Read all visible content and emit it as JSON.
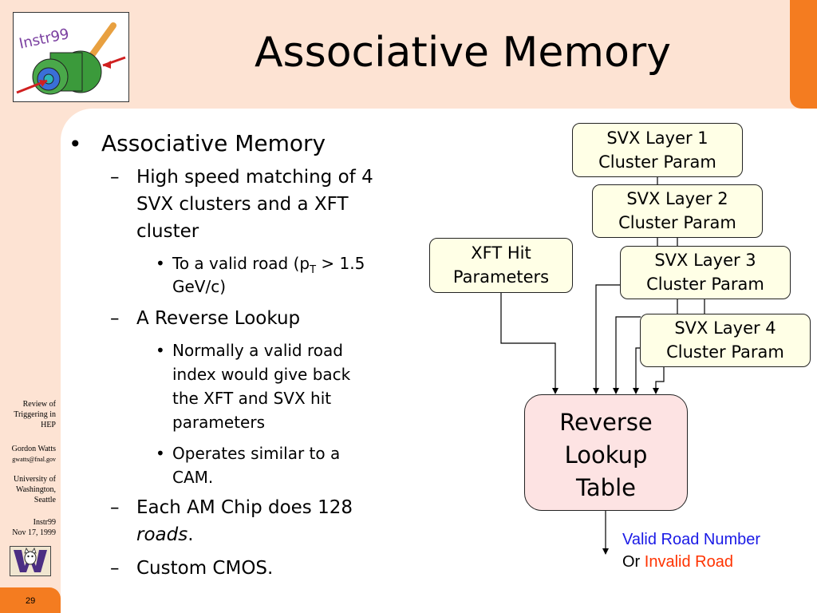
{
  "title": "Associative Memory",
  "bullets": {
    "l1": "Associative Memory",
    "l2a_1": "High speed matching of 4",
    "l2a_2": "SVX clusters and a XFT",
    "l2a_3": "cluster",
    "l3a_1_pre": "To a valid road (p",
    "l3a_1_sub": "T",
    "l3a_1_post": " > 1.5",
    "l3a_2": "GeV/c)",
    "l2b": "A Reverse Lookup",
    "l3b_1": "Normally a valid road",
    "l3b_2": "index would give back",
    "l3b_3": "the XFT and SVX hit",
    "l3b_4": "parameters",
    "l3c_1": "Operates similar to a",
    "l3c_2": "CAM.",
    "l2c_1": "Each AM Chip does 128",
    "l2c_2": "roads",
    "l2c_2_end": ".",
    "l2d": "Custom CMOS.",
    "dot": "•",
    "dash": "–"
  },
  "diagram": {
    "svx1_a": "SVX Layer 1",
    "svx1_b": "Cluster Param",
    "svx2_a": "SVX Layer 2",
    "svx2_b": "Cluster Param",
    "svx3_a": "SVX Layer 3",
    "svx3_b": "Cluster Param",
    "svx4_a": "SVX Layer 4",
    "svx4_b": "Cluster Param",
    "xft_a": "XFT Hit",
    "xft_b": "Parameters",
    "rlt_a": "Reverse",
    "rlt_b": "Lookup",
    "rlt_c": "Table",
    "out1": "Valid Road Number",
    "out2_pre": "Or ",
    "out2_red": "Invalid Road"
  },
  "sidebar": {
    "review_1": "Review of",
    "review_2": "Triggering in",
    "review_3": "HEP",
    "author": "Gordon Watts",
    "email": "gwatts@fnal.gov",
    "uni_1": "University of",
    "uni_2": "Washington,",
    "uni_3": "Seattle",
    "conf": "Instr99",
    "date": "Nov 17, 1999"
  },
  "logo_text": "Instr99",
  "page_number": "29",
  "colors": {
    "accent": "#f47c20",
    "background": "#fde3d3",
    "node_fill": "#ffffe6",
    "lookup_fill": "#fde3e3"
  }
}
